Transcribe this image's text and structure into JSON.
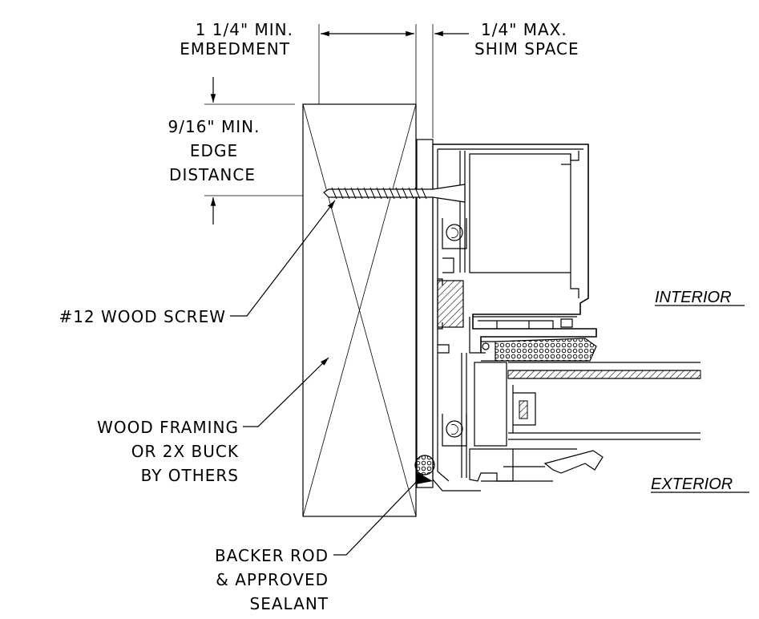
{
  "labels": {
    "embedment": [
      "1 1/4\" MIN.",
      "EMBEDMENT"
    ],
    "shim": [
      "1/4\" MAX.",
      "SHIM SPACE"
    ],
    "edge": [
      "9/16\" MIN.",
      "EDGE",
      "DISTANCE"
    ],
    "screw": "#12 WOOD SCREW",
    "framing": [
      "WOOD FRAMING",
      "OR 2X BUCK",
      "BY OTHERS"
    ],
    "sealant": [
      "BACKER ROD",
      "& APPROVED",
      "SEALANT"
    ],
    "interior": "INTERIOR",
    "exterior": "EXTERIOR"
  }
}
